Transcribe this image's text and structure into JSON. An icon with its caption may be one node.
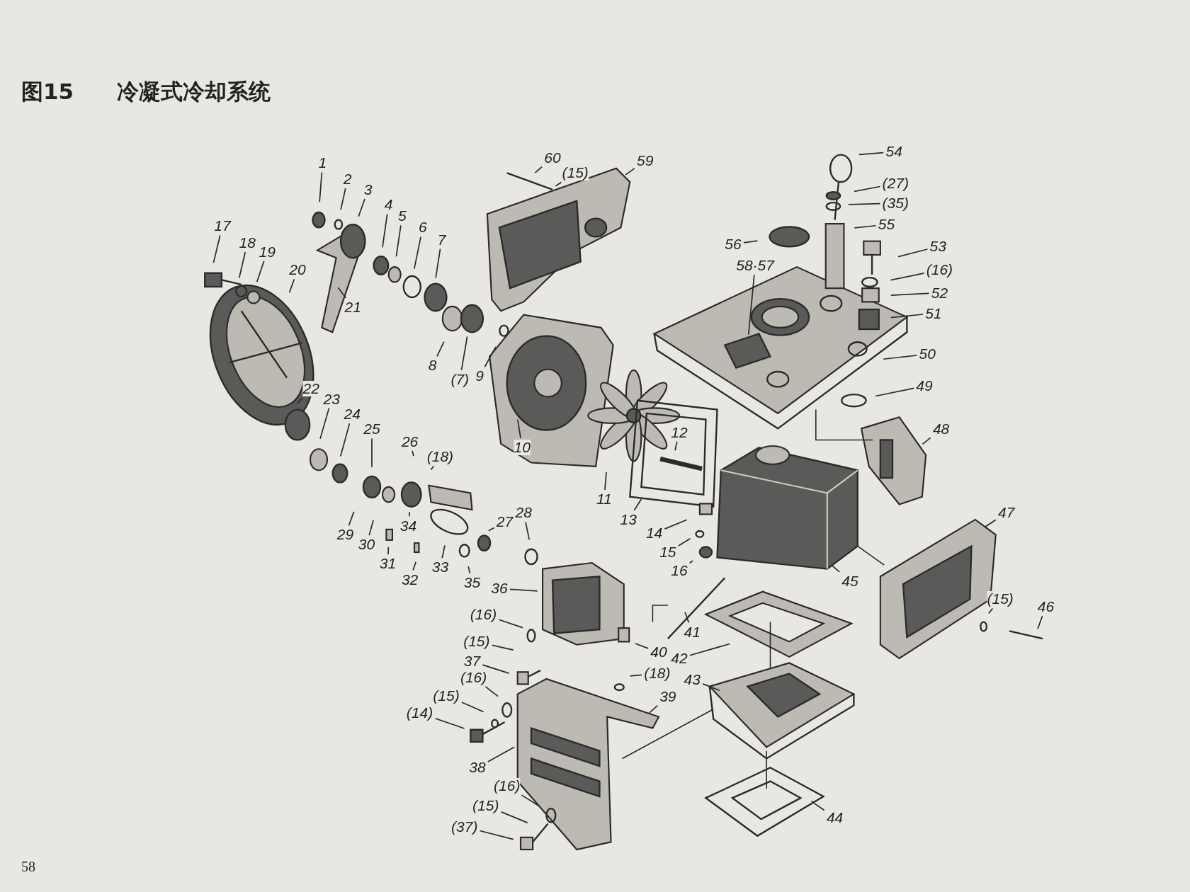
{
  "diagram": {
    "title": "图15 冷凝式冷却系统",
    "nodes": [
      {
        "text": [
          "60"
        ]
      },
      {
        "text": [
          "(15)"
        ]
      },
      {
        "text": [
          "59"
        ]
      },
      {
        "text": [
          "54"
        ]
      },
      {
        "text": [
          "1"
        ]
      },
      {
        "text": [
          "2"
        ]
      },
      {
        "text": [
          "(27)"
        ]
      },
      {
        "text": [
          "3"
        ]
      },
      {
        "text": [
          "(35)"
        ]
      },
      {
        "text": [
          "4"
        ]
      },
      {
        "text": [
          "5"
        ]
      },
      {
        "text": [
          "55"
        ]
      },
      {
        "text": [
          "17"
        ]
      },
      {
        "text": [
          "6"
        ]
      },
      {
        "text": [
          "7"
        ]
      },
      {
        "text": [
          "18"
        ]
      },
      {
        "text": [
          "56"
        ]
      },
      {
        "text": [
          "53"
        ]
      },
      {
        "text": [
          "19"
        ]
      },
      {
        "text": [
          "20"
        ]
      },
      {
        "text": [
          "58·57"
        ]
      },
      {
        "text": [
          "(16)"
        ]
      },
      {
        "text": [
          "52"
        ]
      },
      {
        "text": [
          "21"
        ]
      },
      {
        "text": [
          "51"
        ]
      },
      {
        "text": [
          "50"
        ]
      },
      {
        "text": [
          "8"
        ]
      },
      {
        "text": [
          "9"
        ]
      },
      {
        "text": [
          "(7)"
        ]
      },
      {
        "text": [
          "49"
        ]
      },
      {
        "text": [
          "22"
        ]
      },
      {
        "text": [
          "23"
        ]
      },
      {
        "text": [
          "24"
        ]
      },
      {
        "text": [
          "48"
        ]
      },
      {
        "text": [
          "12"
        ]
      },
      {
        "text": [
          "25"
        ]
      },
      {
        "text": [
          "26"
        ]
      },
      {
        "text": [
          "10"
        ]
      },
      {
        "text": [
          "(18)"
        ]
      },
      {
        "text": [
          "11"
        ]
      },
      {
        "text": [
          "47"
        ]
      },
      {
        "text": [
          "13"
        ]
      },
      {
        "text": [
          "28"
        ]
      },
      {
        "text": [
          "27"
        ]
      },
      {
        "text": [
          "34"
        ]
      },
      {
        "text": [
          "14"
        ]
      },
      {
        "text": [
          "29"
        ]
      },
      {
        "text": [
          "30"
        ]
      },
      {
        "text": [
          "15"
        ]
      },
      {
        "text": [
          "31"
        ]
      },
      {
        "text": [
          "33"
        ]
      },
      {
        "text": [
          "16"
        ]
      },
      {
        "text": [
          "32"
        ]
      },
      {
        "text": [
          "35"
        ]
      },
      {
        "text": [
          "45"
        ]
      },
      {
        "text": [
          "36"
        ]
      },
      {
        "text": [
          "(15)"
        ]
      },
      {
        "text": [
          "46"
        ]
      },
      {
        "text": [
          "(16)"
        ]
      },
      {
        "text": [
          "41"
        ]
      },
      {
        "text": [
          "(15)"
        ]
      },
      {
        "text": [
          "40"
        ]
      },
      {
        "text": [
          "42"
        ]
      },
      {
        "text": [
          "37"
        ]
      },
      {
        "text": [
          "(18)"
        ]
      },
      {
        "text": [
          "43"
        ]
      },
      {
        "text": [
          "(16)"
        ]
      },
      {
        "text": [
          "39"
        ]
      },
      {
        "text": [
          "(15)"
        ]
      },
      {
        "text": [
          "(14)"
        ]
      },
      {
        "text": [
          "38"
        ]
      },
      {
        "text": [
          "(16)"
        ]
      },
      {
        "text": [
          "(15)"
        ]
      },
      {
        "text": [
          "(37)"
        ]
      },
      {
        "text": [
          "44"
        ]
      }
    ],
    "edges": [
      {
        "from": 0,
        "to": null,
        "arrow": "none"
      },
      {
        "from": 1,
        "to": null,
        "arrow": "none"
      },
      {
        "from": 2,
        "to": null,
        "arrow": "none"
      },
      {
        "from": 3,
        "to": null,
        "arrow": "none"
      },
      {
        "from": 4,
        "to": null,
        "arrow": "none"
      },
      {
        "from": 5,
        "to": null,
        "arrow": "none"
      },
      {
        "from": 6,
        "to": null,
        "arrow": "none"
      },
      {
        "from": 7,
        "to": null,
        "arrow": "none"
      },
      {
        "from": 8,
        "to": null,
        "arrow": "none"
      },
      {
        "from": 9,
        "to": null,
        "arrow": "none"
      },
      {
        "from": 10,
        "to": null,
        "arrow": "none"
      },
      {
        "from": 11,
        "to": null,
        "arrow": "none"
      },
      {
        "from": 12,
        "to": null,
        "arrow": "none"
      },
      {
        "from": 13,
        "to": null,
        "arrow": "none"
      },
      {
        "from": 14,
        "to": null,
        "arrow": "none"
      },
      {
        "from": 15,
        "to": null,
        "arrow": "none"
      },
      {
        "from": 16,
        "to": null,
        "arrow": "none"
      },
      {
        "from": 17,
        "to": null,
        "arrow": "none"
      },
      {
        "from": 18,
        "to": null,
        "arrow": "none"
      },
      {
        "from": 19,
        "to": null,
        "arrow": "none"
      },
      {
        "from": 20,
        "to": null,
        "arrow": "none"
      },
      {
        "from": 21,
        "to": null,
        "arrow": "none"
      },
      {
        "from": 22,
        "to": null,
        "arrow": "none"
      },
      {
        "from": 23,
        "to": null,
        "arrow": "none"
      },
      {
        "from": 24,
        "to": null,
        "arrow": "none"
      },
      {
        "from": 25,
        "to": null,
        "arrow": "none"
      },
      {
        "from": 26,
        "to": null,
        "arrow": "none"
      },
      {
        "from": 27,
        "to": null,
        "arrow": "none"
      },
      {
        "from": 28,
        "to": null,
        "arrow": "none"
      },
      {
        "from": 29,
        "to": null,
        "arrow": "none"
      },
      {
        "from": 30,
        "to": null,
        "arrow": "none"
      },
      {
        "from": 31,
        "to": null,
        "arrow": "none"
      },
      {
        "from": 32,
        "to": null,
        "arrow": "none"
      },
      {
        "from": 33,
        "to": null,
        "arrow": "none"
      },
      {
        "from": 34,
        "to": null,
        "arrow": "none"
      },
      {
        "from": 35,
        "to": null,
        "arrow": "none"
      },
      {
        "from": 36,
        "to": null,
        "arrow": "none"
      },
      {
        "from": 37,
        "to": null,
        "arrow": "none"
      },
      {
        "from": 38,
        "to": null,
        "arrow": "none"
      },
      {
        "from": 39,
        "to": null,
        "arrow": "none"
      },
      {
        "from": 40,
        "to": null,
        "arrow": "none"
      },
      {
        "from": 41,
        "to": null,
        "arrow": "none"
      },
      {
        "from": 42,
        "to": null,
        "arrow": "none"
      },
      {
        "from": 43,
        "to": null,
        "arrow": "none"
      },
      {
        "from": 44,
        "to": null,
        "arrow": "none"
      },
      {
        "from": 45,
        "to": null,
        "arrow": "none"
      },
      {
        "from": 46,
        "to": null,
        "arrow": "none"
      },
      {
        "from": 47,
        "to": null,
        "arrow": "none"
      },
      {
        "from": 48,
        "to": null,
        "arrow": "none"
      },
      {
        "from": 49,
        "to": null,
        "arrow": "none"
      },
      {
        "from": 50,
        "to": null,
        "arrow": "none"
      },
      {
        "from": 51,
        "to": null,
        "arrow": "none"
      },
      {
        "from": 52,
        "to": null,
        "arrow": "none"
      },
      {
        "from": 53,
        "to": null,
        "arrow": "none"
      },
      {
        "from": 54,
        "to": null,
        "arrow": "none"
      },
      {
        "from": 55,
        "to": null,
        "arrow": "none"
      },
      {
        "from": 56,
        "to": null,
        "arrow": "none"
      },
      {
        "from": 57,
        "to": null,
        "arrow": "none"
      },
      {
        "from": 58,
        "to": null,
        "arrow": "none"
      },
      {
        "from": 59,
        "to": null,
        "arrow": "none"
      },
      {
        "from": 60,
        "to": null,
        "arrow": "none"
      },
      {
        "from": 61,
        "to": null,
        "arrow": "none"
      },
      {
        "from": 62,
        "to": null,
        "arrow": "none"
      },
      {
        "from": 63,
        "to": null,
        "arrow": "none"
      },
      {
        "from": 64,
        "to": null,
        "arrow": "none"
      },
      {
        "from": 65,
        "to": null,
        "arrow": "none"
      },
      {
        "from": 66,
        "to": null,
        "arrow": "none"
      },
      {
        "from": 67,
        "to": null,
        "arrow": "none"
      },
      {
        "from": 68,
        "to": null,
        "arrow": "none"
      },
      {
        "from": 69,
        "to": null,
        "arrow": "none"
      },
      {
        "from": 70,
        "to": null,
        "arrow": "none"
      },
      {
        "from": 71,
        "to": null,
        "arrow": "none"
      },
      {
        "from": 72,
        "to": null,
        "arrow": "none"
      },
      {
        "from": 73,
        "to": null,
        "arrow": "none"
      },
      {
        "from": 74,
        "to": null,
        "arrow": "none"
      }
    ],
    "labels": [
      "58"
    ]
  }
}
